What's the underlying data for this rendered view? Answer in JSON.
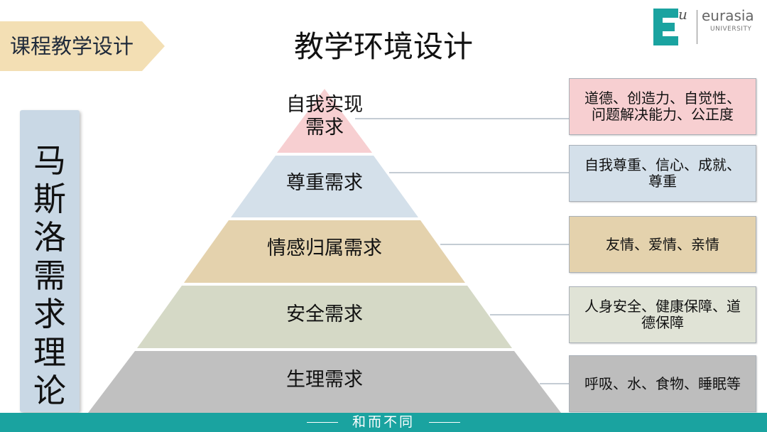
{
  "section_label": "课程教学设计",
  "page_title": "教学环境设计",
  "logo": {
    "mark_letter": "E",
    "mark_superscript": "u",
    "name": "eurasia",
    "subtitle": "UNIVERSITY",
    "brand_color": "#1aa3a0"
  },
  "side_title": [
    "马",
    "斯",
    "洛",
    "需",
    "求",
    "理",
    "论"
  ],
  "pyramid": {
    "tiers": [
      {
        "label_lines": [
          "自我实现",
          "需求"
        ],
        "color": "#f7cfd1"
      },
      {
        "label_lines": [
          "尊重需求"
        ],
        "color": "#d4e0ea"
      },
      {
        "label_lines": [
          "情感归属需求"
        ],
        "color": "#e4d2ad"
      },
      {
        "label_lines": [
          "安全需求"
        ],
        "color": "#d5d9c6"
      },
      {
        "label_lines": [
          "生理需求"
        ],
        "color": "#c0c0c0"
      }
    ]
  },
  "descriptions": [
    {
      "lines": [
        "道德、创造力、自觉性、",
        "问题解决能力、公正度"
      ],
      "color": "#f7cfd1"
    },
    {
      "lines": [
        "自我尊重、信心、成就、",
        "尊重"
      ],
      "color": "#d4e0ea"
    },
    {
      "lines": [
        "友情、爱情、亲情"
      ],
      "color": "#e4d2ad"
    },
    {
      "lines": [
        "人身安全、健康保障、道",
        "德保障"
      ],
      "color": "#e0e3d6"
    },
    {
      "lines": [
        "呼吸、水、食物、睡眠等"
      ],
      "color": "#bdbdbd"
    }
  ],
  "footer": {
    "text": "和而不同",
    "color": "#1aa3a0"
  }
}
